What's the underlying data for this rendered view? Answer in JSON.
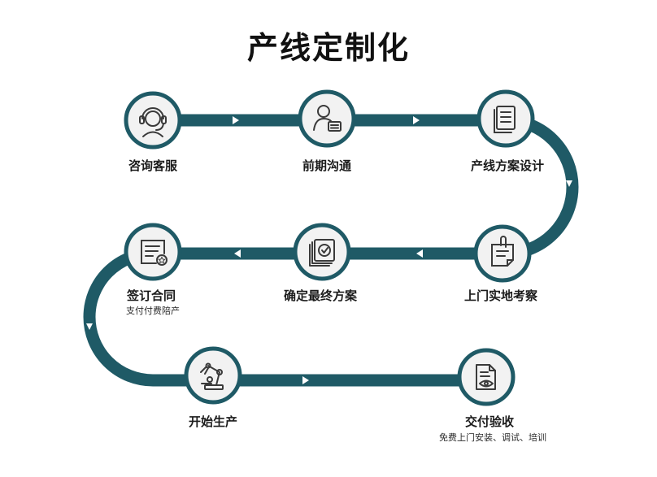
{
  "title": "产线定制化",
  "colors": {
    "track": "#1f5a66",
    "node_ring": "#1f5a66",
    "node_fill": "#f2f2f2",
    "icon": "#3a3a3a",
    "arrow": "#ffffff"
  },
  "steps": [
    {
      "label": "咨询客服",
      "icon": "headset-icon"
    },
    {
      "label": "前期沟通",
      "icon": "user-card-icon"
    },
    {
      "label": "产线方案设计",
      "icon": "document-list-icon"
    },
    {
      "label": "上门实地考察",
      "icon": "clipboard-note-icon"
    },
    {
      "label": "确定最终方案",
      "icon": "stacked-check-icon"
    },
    {
      "label": "签订合同",
      "sublabel": "支付付费陪产",
      "icon": "contract-badge-icon"
    },
    {
      "label": "开始生产",
      "icon": "robot-arm-icon"
    },
    {
      "label": "交付验收",
      "sublabel": "免费上门安装、调试、培训",
      "icon": "document-eye-icon"
    }
  ]
}
